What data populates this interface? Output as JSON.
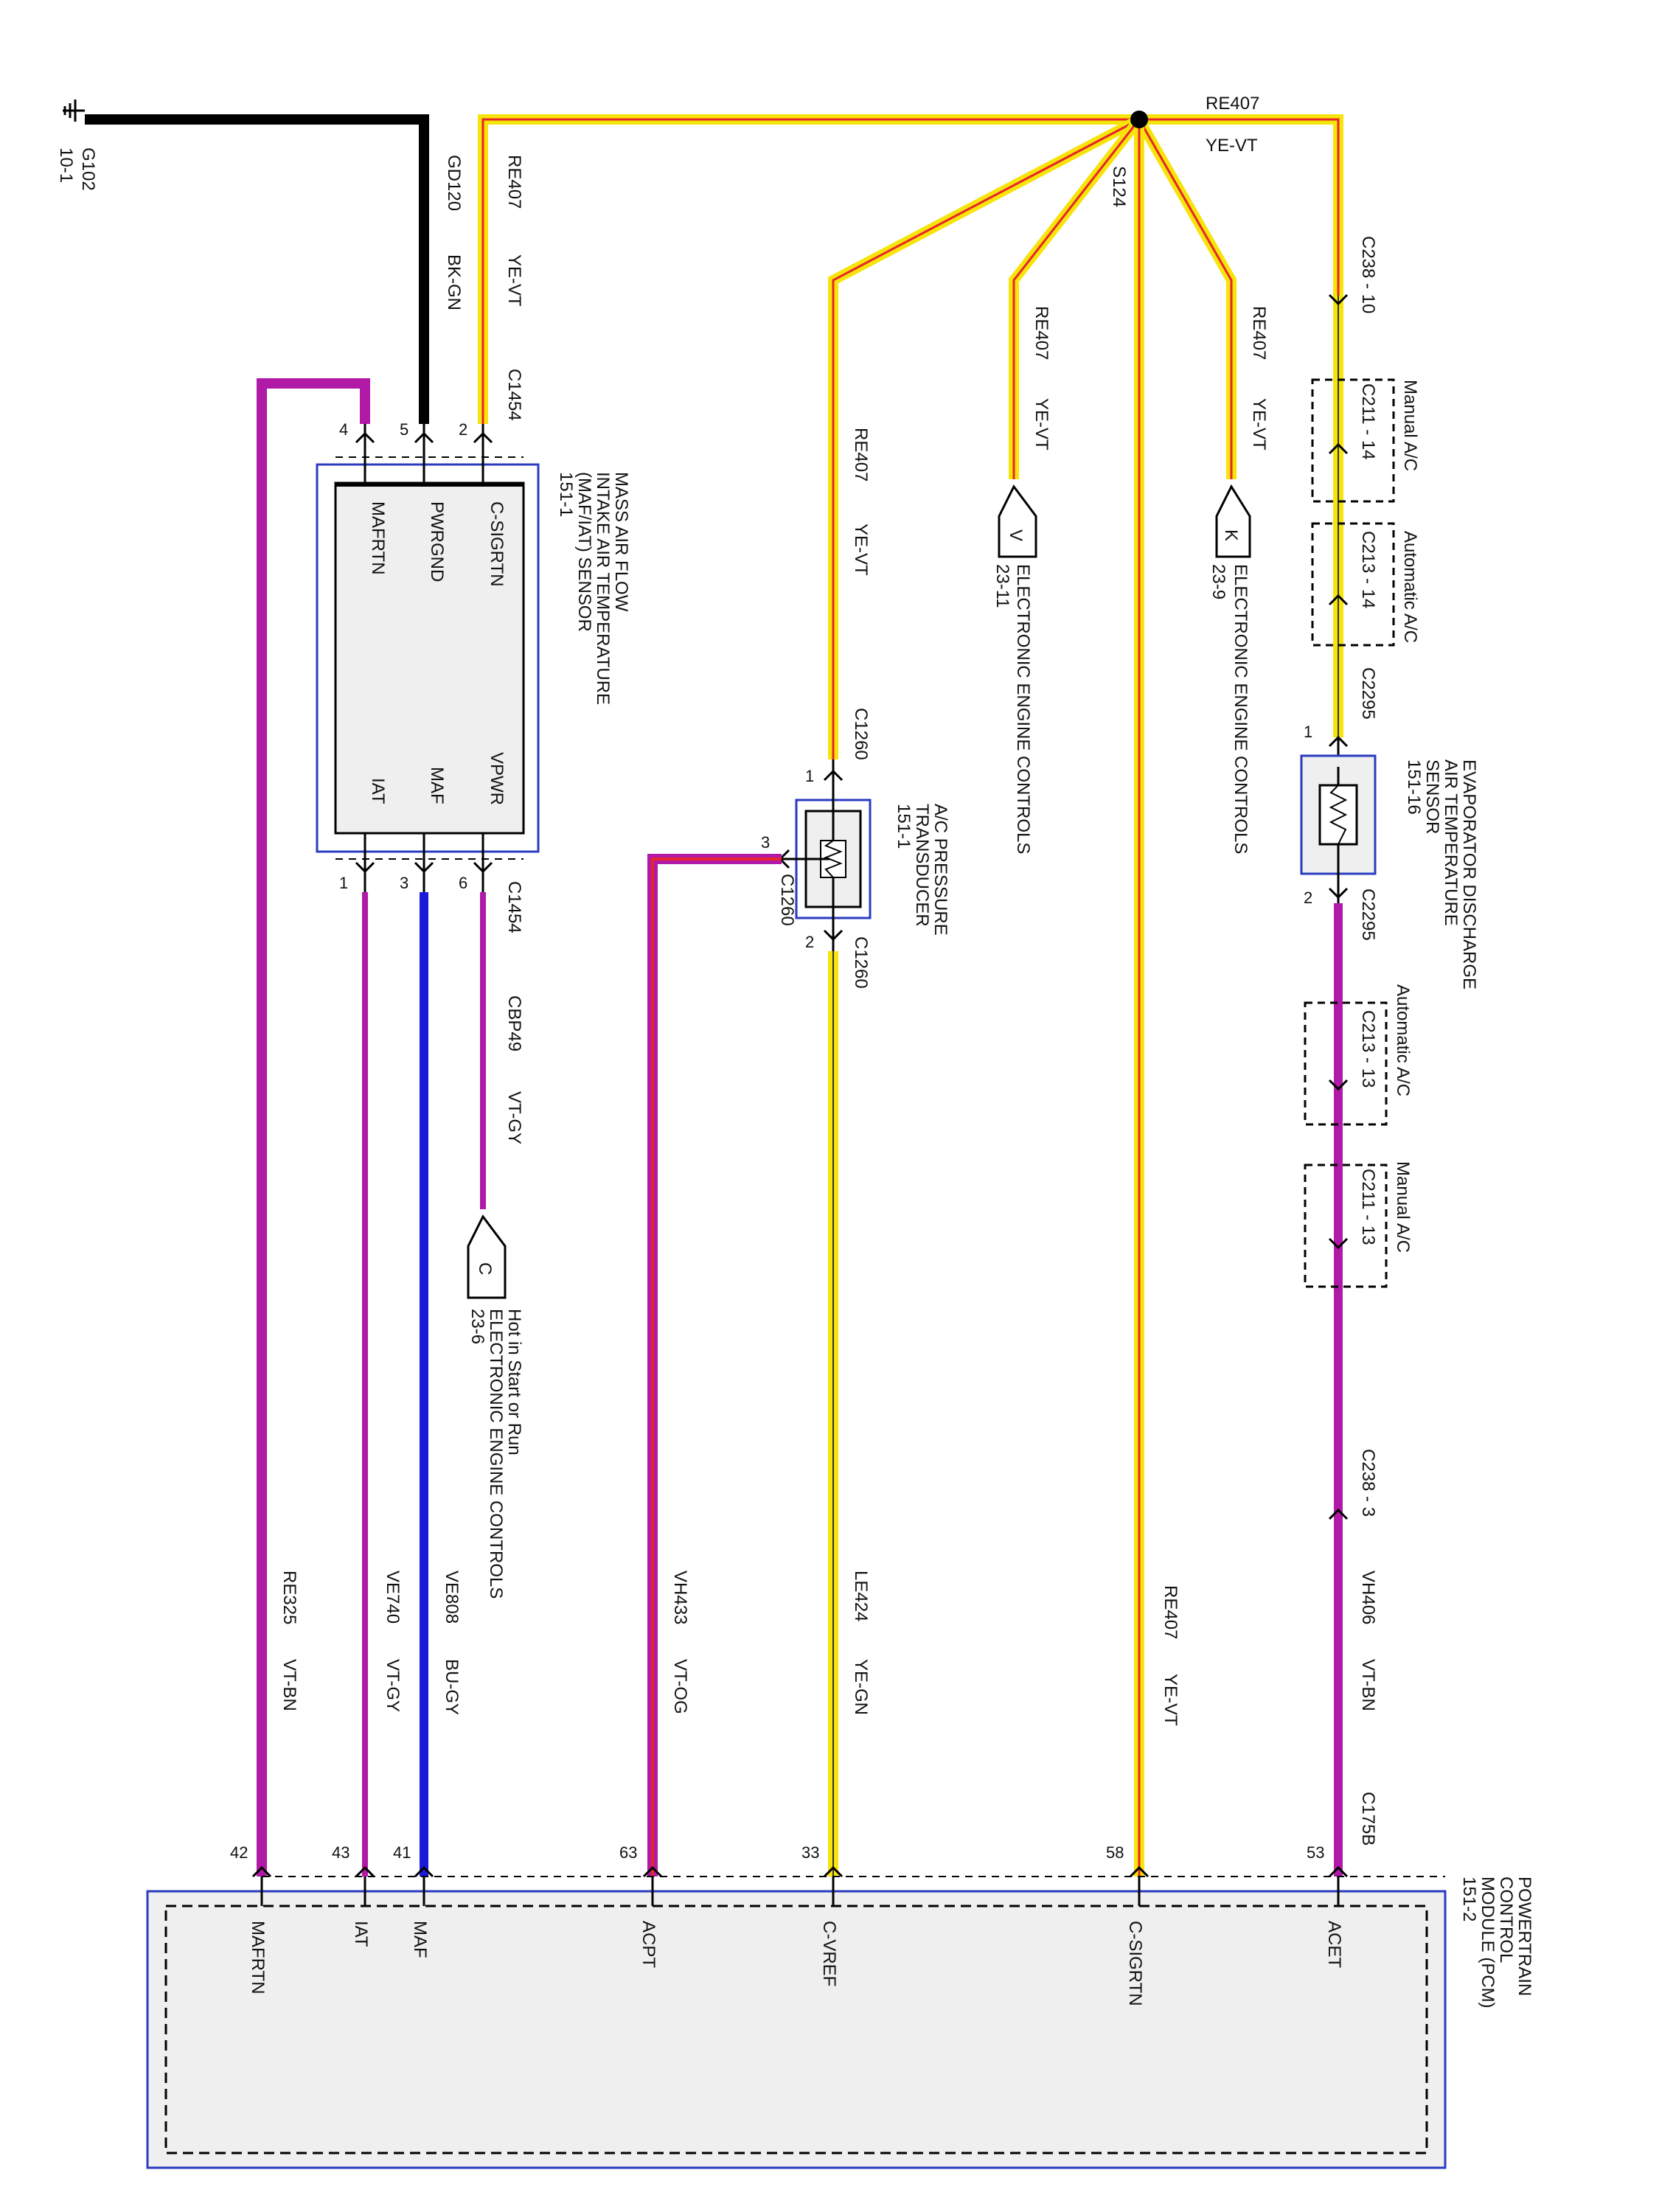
{
  "ground": {
    "id": "G102",
    "page": "10-1"
  },
  "wires": {
    "gd120": {
      "circuit": "GD120",
      "color": "BK-GN"
    },
    "re407_top": {
      "circuit": "RE407",
      "color": "YE-VT"
    },
    "re407_maf": {
      "circuit": "RE407",
      "color": "YE-VT"
    },
    "re407_acp": {
      "circuit": "RE407",
      "color": "YE-VT"
    },
    "re407_v": {
      "circuit": "RE407",
      "color": "YE-VT"
    },
    "re407_k": {
      "circuit": "RE407",
      "color": "YE-VT"
    },
    "re407_pcm": {
      "circuit": "RE407",
      "color": "YE-VT"
    },
    "cbp49": {
      "circuit": "CBP49",
      "color": "VT-GY"
    },
    "re325": {
      "circuit": "RE325",
      "color": "VT-BN"
    },
    "ve740": {
      "circuit": "VE740",
      "color": "VT-GY"
    },
    "ve808": {
      "circuit": "VE808",
      "color": "BU-GY"
    },
    "vh433": {
      "circuit": "VH433",
      "color": "VT-OG"
    },
    "le424": {
      "circuit": "LE424",
      "color": "YE-GN"
    },
    "vh406": {
      "circuit": "VH406",
      "color": "VT-BN"
    }
  },
  "splice": {
    "id": "S124"
  },
  "connectors": {
    "c238_10": "C238 - 10",
    "c211_14": "C211 - 14",
    "c213_14": "C213 - 14",
    "c2295_top": "C2295",
    "c2295_bottom": "C2295",
    "c213_13": "C213 - 13",
    "c211_13": "C211 - 13",
    "c238_3": "C238 - 3",
    "c175b": "C175B",
    "c1454_top": "C1454",
    "c1454_bottom": "C1454",
    "c1260_top": "C1260",
    "c1260_side": "C1260",
    "c1260_bottom": "C1260"
  },
  "options": {
    "manual_ac": "Manual A/C",
    "automatic_ac": "Automatic A/C"
  },
  "pins": {
    "maf_2": "2",
    "maf_5": "5",
    "maf_4": "4",
    "maf_6": "6",
    "maf_3": "3",
    "maf_1": "1",
    "acp_1": "1",
    "acp_3": "3",
    "acp_2": "2",
    "evap_1": "1",
    "evap_2": "2",
    "pcm_53": "53",
    "pcm_58": "58",
    "pcm_33": "33",
    "pcm_63": "63",
    "pcm_41": "41",
    "pcm_43": "43",
    "pcm_42": "42"
  },
  "maf_sensor": {
    "label_lines": [
      "MASS AIR FLOW",
      "INTAKE AIR TEMPERATURE",
      "(MAF/IAT) SENSOR",
      "151-1"
    ],
    "pins_left": [
      "C-SIGRTN",
      "PWRGND",
      "MAFRTN"
    ],
    "pins_right": [
      "VPWR",
      "MAF",
      "IAT"
    ]
  },
  "acp_sensor": {
    "label_lines": [
      "A/C PRESSURE",
      "TRANSDUCER",
      "151-1"
    ]
  },
  "evap_sensor": {
    "label_lines": [
      "EVAPORATOR DISCHARGE",
      "AIR TEMPERATURE",
      "SENSOR",
      "151-16"
    ]
  },
  "pcm": {
    "label_lines": [
      "POWERTRAIN",
      "CONTROL",
      "MODULE (PCM)",
      "151-2"
    ],
    "pin_names": [
      "ACET",
      "C-SIGRTN",
      "C-VREF",
      "ACPT",
      "MAF",
      "IAT",
      "MAFRTN"
    ]
  },
  "refs": {
    "ref_v": {
      "letter": "V",
      "line1": "ELECTRONIC ENGINE CONTROLS",
      "line2": "23-11"
    },
    "ref_k": {
      "letter": "K",
      "line1": "ELECTRONIC ENGINE CONTROLS",
      "line2": "23-9"
    },
    "ref_c": {
      "letter": "C",
      "line0": "Hot in Start or Run",
      "line1": "ELECTRONIC ENGINE CONTROLS",
      "line2": "23-6"
    }
  },
  "colors": {
    "yellow": "#f6e40a",
    "red": "#e8242c",
    "violet": "#b01aa6",
    "blue": "#1a1ad8",
    "black": "#000000",
    "frame": "#2a3bbf",
    "fill": "#efefef"
  }
}
